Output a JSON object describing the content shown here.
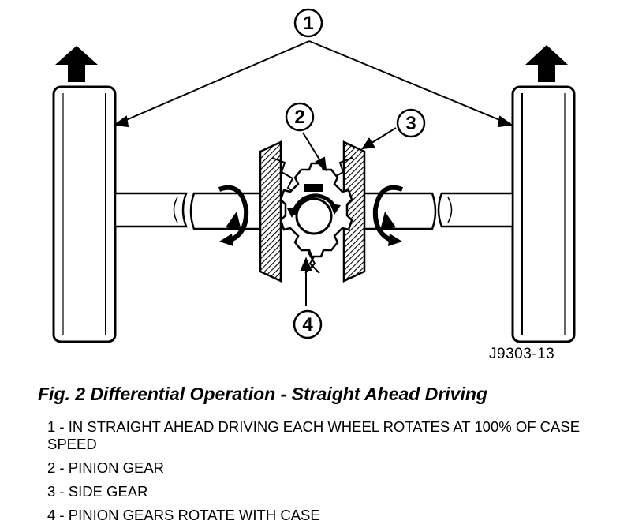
{
  "figure": {
    "id_label": "J9303-13",
    "caption": "Fig. 2 Differential Operation - Straight Ahead Driving"
  },
  "callouts": [
    "1",
    "2",
    "3",
    "4"
  ],
  "legend": [
    "1 - IN STRAIGHT AHEAD DRIVING EACH WHEEL ROTATES AT 100% OF CASE SPEED",
    "2 - PINION GEAR",
    "3 - SIDE GEAR",
    "4 - PINION GEARS ROTATE WITH CASE"
  ],
  "icons": [
    "forward-arrow-icon",
    "rotation-arrow-icon"
  ]
}
